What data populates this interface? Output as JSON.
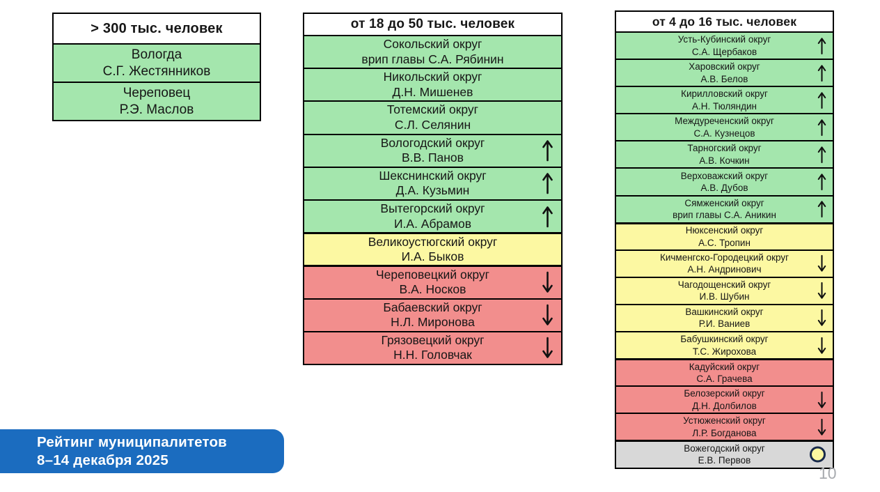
{
  "page": {
    "number": "10",
    "background": "#ffffff"
  },
  "banner": {
    "line1": "Рейтинг муниципалитетов",
    "line2": "8–14 декабря 2025",
    "color": "#1b6cbf",
    "text_color": "#ffffff"
  },
  "status_colors": {
    "green": "#a4e6ad",
    "yellow": "#fcf8a2",
    "red": "#f28e8d",
    "gray": "#d8d8d8"
  },
  "icon_colors": {
    "arrow": "#111111",
    "circle_fill": "#fbf7a0",
    "circle_ring": "#17294b"
  },
  "columns": [
    {
      "header": "> 300 тыс. человек",
      "rows": [
        {
          "name": "Вологда",
          "head": "С.Г. Жестянников",
          "status": "green",
          "trend": "none"
        },
        {
          "name": "Череповец",
          "head": "Р.Э. Маслов",
          "status": "green",
          "trend": "none"
        }
      ]
    },
    {
      "header": "от 18 до 50 тыс. человек",
      "rows": [
        {
          "name": "Сокольский округ",
          "head": "врип главы С.А. Рябинин",
          "status": "green",
          "trend": "none"
        },
        {
          "name": "Никольский округ",
          "head": "Д.Н. Мишенев",
          "status": "green",
          "trend": "none"
        },
        {
          "name": "Тотемский округ",
          "head": "С.Л. Селянин",
          "status": "green",
          "trend": "none"
        },
        {
          "name": "Вологодский округ",
          "head": "В.В. Панов",
          "status": "green",
          "trend": "up"
        },
        {
          "name": "Шекснинский округ",
          "head": "Д.А. Кузьмин",
          "status": "green",
          "trend": "up"
        },
        {
          "name": "Вытегорский округ",
          "head": "И.А. Абрамов",
          "status": "green",
          "trend": "up"
        },
        {
          "name": "Великоустюгский округ",
          "head": "И.А. Быков",
          "status": "yellow",
          "trend": "none"
        },
        {
          "name": "Череповецкий округ",
          "head": "В.А. Носков",
          "status": "red",
          "trend": "down"
        },
        {
          "name": "Бабаевский округ",
          "head": "Н.Л. Миронова",
          "status": "red",
          "trend": "down"
        },
        {
          "name": "Грязовецкий округ",
          "head": "Н.Н. Головчак",
          "status": "red",
          "trend": "down"
        }
      ]
    },
    {
      "header": "от 4 до 16 тыс. человек",
      "rows": [
        {
          "name": "Усть-Кубинский округ",
          "head": "С.А. Щербаков",
          "status": "green",
          "trend": "up"
        },
        {
          "name": "Харовский округ",
          "head": "А.В. Белов",
          "status": "green",
          "trend": "up"
        },
        {
          "name": "Кирилловский округ",
          "head": "А.Н. Тюляндин",
          "status": "green",
          "trend": "up"
        },
        {
          "name": "Междуреченский округ",
          "head": "С.А. Кузнецов",
          "status": "green",
          "trend": "up"
        },
        {
          "name": "Тарногский округ",
          "head": "А.В. Кочкин",
          "status": "green",
          "trend": "up"
        },
        {
          "name": "Верховажский округ",
          "head": "А.В. Дубов",
          "status": "green",
          "trend": "up"
        },
        {
          "name": "Сямженский округ",
          "head": "врип главы С.А. Аникин",
          "status": "green",
          "trend": "up"
        },
        {
          "name": "Нюксенский округ",
          "head": "А.С. Тропин",
          "status": "yellow",
          "trend": "none"
        },
        {
          "name": "Кичменгско-Городецкий округ",
          "head": "А.Н. Андринович",
          "status": "yellow",
          "trend": "down"
        },
        {
          "name": "Чагодощенский округ",
          "head": "И.В. Шубин",
          "status": "yellow",
          "trend": "down"
        },
        {
          "name": "Вашкинский округ",
          "head": "Р.И. Ваниев",
          "status": "yellow",
          "trend": "down"
        },
        {
          "name": "Бабушкинский округ",
          "head": "Т.С. Жирохова",
          "status": "yellow",
          "trend": "down"
        },
        {
          "name": "Кадуйский округ",
          "head": "С.А. Грачева",
          "status": "red",
          "trend": "none"
        },
        {
          "name": "Белозерский округ",
          "head": "Д.Н. Долбилов",
          "status": "red",
          "trend": "down"
        },
        {
          "name": "Устюженский округ",
          "head": "Л.Р. Богданова",
          "status": "red",
          "trend": "down"
        },
        {
          "name": "Вожегодский округ",
          "head": "Е.В. Первов",
          "status": "gray",
          "trend": "circle"
        }
      ]
    }
  ]
}
